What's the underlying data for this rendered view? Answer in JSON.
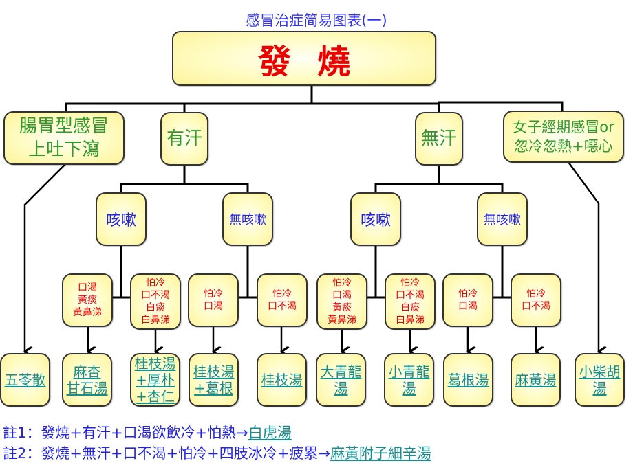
{
  "title": "感冒治症简易图表(一)",
  "root": {
    "label": "發燒"
  },
  "level1": [
    {
      "id": "gastro",
      "label": "腸胃型感冒\n上吐下瀉"
    },
    {
      "id": "sweat",
      "label": "有汗"
    },
    {
      "id": "nosweat",
      "label": "無汗"
    },
    {
      "id": "female",
      "label": "女子經期感冒or\n忽冷忽熱+噁心"
    }
  ],
  "level2": [
    {
      "parent": "有汗",
      "label": "咳嗽"
    },
    {
      "parent": "有汗",
      "label": "無咳嗽"
    },
    {
      "parent": "無汗",
      "label": "咳嗽"
    },
    {
      "parent": "無汗",
      "label": "無咳嗽"
    }
  ],
  "level3": [
    {
      "label": "口渴\n黃痰\n黃鼻涕"
    },
    {
      "label": "怕冷\n口不渴\n白痰\n白鼻涕"
    },
    {
      "label": "怕冷\n口渴"
    },
    {
      "label": "怕冷\n口不渴"
    },
    {
      "label": "怕冷\n口渴\n黃痰\n黃鼻涕"
    },
    {
      "label": "怕冷\n口不渴\n白痰\n白鼻涕"
    },
    {
      "label": "怕冷\n口渴"
    },
    {
      "label": "怕冷\n口不渴"
    }
  ],
  "remedies": [
    {
      "label": "五苓散"
    },
    {
      "label": "麻杏\n甘石湯"
    },
    {
      "label": "桂枝湯\n+厚朴\n+杏仁"
    },
    {
      "label": "桂枝湯\n+葛根"
    },
    {
      "label": "桂枝湯"
    },
    {
      "label": "大青龍\n湯"
    },
    {
      "label": "小青龍\n湯"
    },
    {
      "label": "葛根湯"
    },
    {
      "label": "麻黃湯"
    },
    {
      "label": "小柴胡\n湯"
    }
  ],
  "notes": [
    {
      "prefix": "註1：發燒+有汗+口渴欲飲冷+怕熱→",
      "link": "白虎湯"
    },
    {
      "prefix": "註2：發燒+無汗+口不渴+怕冷+四肢冰冷+疲累→",
      "link": "麻黃附子細辛湯"
    }
  ],
  "colors": {
    "title": "#3333ff",
    "root_text": "#ee0000",
    "level1_text": "#2e9a2e",
    "level2_text": "#2222ee",
    "level3_text": "#ee0000",
    "remedy_text": "#138f90",
    "box_fill": "#fffcc2",
    "line": "#000000"
  }
}
